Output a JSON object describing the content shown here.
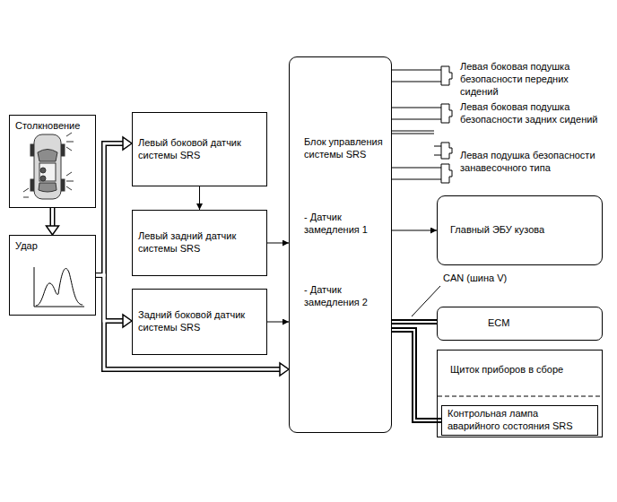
{
  "diagram": {
    "nodes": [
      {
        "text": [
          "Столкновение"
        ]
      },
      {
        "text": [
          "Удар"
        ]
      },
      {
        "text": [
          "Левый боковой датчик системы SRS"
        ]
      },
      {
        "text": [
          "Левый задний датчик системы SRS"
        ]
      },
      {
        "text": [
          "Задний боковой датчик системы SRS"
        ]
      },
      {
        "text": [
          "Блок управления системы SRS",
          "- Датчик замедления 1",
          "- Датчик замедления 2"
        ]
      },
      {
        "text": [
          "Левая боковая подушка безопасности передних сидений"
        ]
      },
      {
        "text": [
          "Левая боковая подушка безопасности задних сидений"
        ]
      },
      {
        "text": [
          "Левая подушка безопасности занавесочного типа"
        ]
      },
      {
        "text": [
          "Главный ЭБУ кузова"
        ]
      },
      {
        "text": [
          "ECM"
        ]
      },
      {
        "text": [
          "Щиток приборов в сборе"
        ]
      },
      {
        "text": [
          "Контрольная лампа аварийного состояния SRS"
        ],
        "in": 11
      }
    ],
    "edges": [
      {
        "from": 0,
        "to": 1,
        "arrow": "to"
      },
      {
        "from": 1,
        "to": 2,
        "arrow": "to"
      },
      {
        "from": 1,
        "to": 4,
        "arrow": "to"
      },
      {
        "from": 1,
        "to": 5,
        "arrow": "to"
      },
      {
        "from": 2,
        "to": 3,
        "arrow": "to"
      },
      {
        "from": 3,
        "to": 5,
        "arrow": "to"
      },
      {
        "from": 4,
        "to": 5,
        "arrow": "to"
      },
      {
        "from": 5,
        "to": 6,
        "arrow": "none"
      },
      {
        "from": 5,
        "to": 6,
        "arrow": "none"
      },
      {
        "from": 5,
        "to": 7,
        "arrow": "none"
      },
      {
        "from": 5,
        "to": 7,
        "arrow": "none"
      },
      {
        "from": 5,
        "to": 8,
        "arrow": "none"
      },
      {
        "from": 5,
        "to": 8,
        "arrow": "none"
      },
      {
        "from": 5,
        "to": 8,
        "arrow": "none"
      },
      {
        "from": 5,
        "to": 8,
        "arrow": "none"
      },
      {
        "from": 5,
        "to": 9,
        "arrow": "to"
      },
      {
        "from": 5,
        "to": 10,
        "arrow": "none"
      },
      {
        "from": 5,
        "to": 12,
        "arrow": "none"
      }
    ],
    "labels": [
      "CAN (шина V)"
    ]
  }
}
